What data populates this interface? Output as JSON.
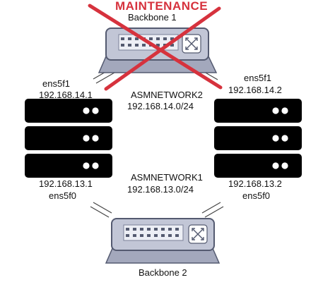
{
  "maintenance_label": "MAINTENANCE",
  "colors": {
    "maintenance": "#d6323d",
    "server_body": "#000000",
    "server_led": "#ffffff",
    "switch_body": "#c2c6d6",
    "switch_border": "#545a70"
  },
  "backbone_top": {
    "name": "Backbone 1",
    "status": "maintenance",
    "icon": "network-switch-icon"
  },
  "backbone_bottom": {
    "name": "Backbone 2",
    "icon": "network-switch-icon"
  },
  "networks": [
    {
      "name": "ASMNETWORK2",
      "subnet": "192.168.14.0/24"
    },
    {
      "name": "ASMNETWORK1",
      "subnet": "192.168.13.0/24"
    }
  ],
  "left_host": {
    "icon": "server-stack-icon",
    "upper": {
      "iface": "ens5f1",
      "ip": "192.168.14.1"
    },
    "lower": {
      "ip": "192.168.13.1",
      "iface": "ens5f0"
    }
  },
  "right_host": {
    "icon": "server-stack-icon",
    "upper": {
      "iface": "ens5f1",
      "ip": "192.168.14.2"
    },
    "lower": {
      "ip": "192.168.13.2",
      "iface": "ens5f0"
    }
  }
}
